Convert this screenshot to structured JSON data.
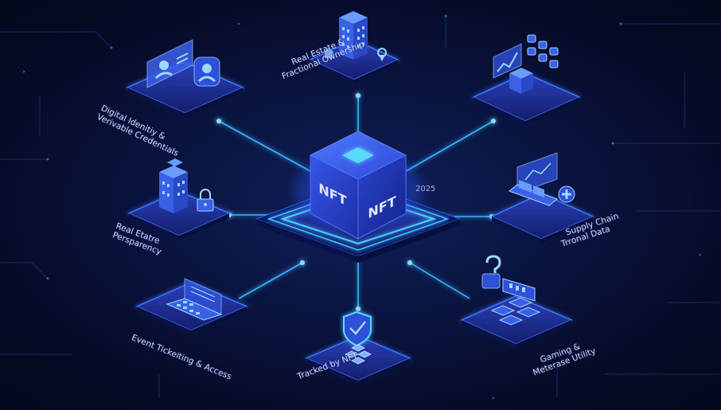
{
  "center": {
    "face_left": "NFT",
    "face_right": "NFT",
    "year": "2025"
  },
  "nodes": [
    {
      "id": "identity",
      "label_lines": [
        "Digital Idenitiy &",
        "Verivable Credentials"
      ]
    },
    {
      "id": "realestate-top",
      "label_lines": [
        "Real Estate &",
        "Fractional Ownership"
      ]
    },
    {
      "id": "chart",
      "label_lines": []
    },
    {
      "id": "realestate-left",
      "label_lines": [
        "Real Etatre",
        "Persparency"
      ]
    },
    {
      "id": "supply",
      "label_lines": [
        "Supply Chain",
        "Trronal Data"
      ]
    },
    {
      "id": "event",
      "label_lines": [
        "Event Tickeiting & Access"
      ]
    },
    {
      "id": "tracked",
      "label_lines": [
        "Tracked by NFT"
      ]
    },
    {
      "id": "gaming",
      "label_lines": [
        "Gaming &",
        "Meterase Utility"
      ]
    }
  ],
  "colors": {
    "background": "#070d2a",
    "glow": "#3ec8ff",
    "cube": "#2f4fe0",
    "platform": "#1b2a8c"
  }
}
